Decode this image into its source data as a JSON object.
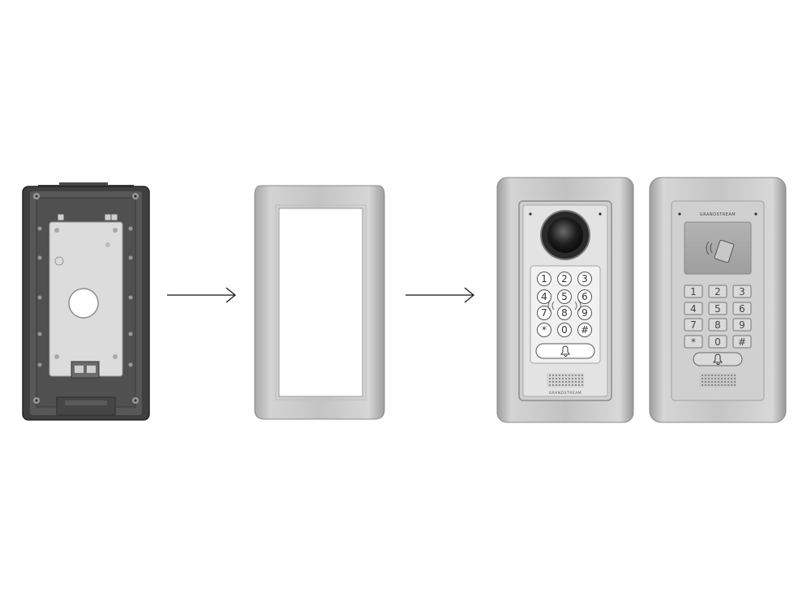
{
  "intercom_1": {
    "keys": [
      "1",
      "2",
      "3",
      "4",
      "5",
      "6",
      "7",
      "8",
      "9",
      "*",
      "0",
      "#"
    ],
    "brand": "GRANDSTREAM"
  },
  "intercom_2": {
    "keys": [
      "1",
      "2",
      "3",
      "4",
      "5",
      "6",
      "7",
      "8",
      "9",
      "*",
      "0",
      "#"
    ],
    "brand": "GRANDSTREAM"
  }
}
